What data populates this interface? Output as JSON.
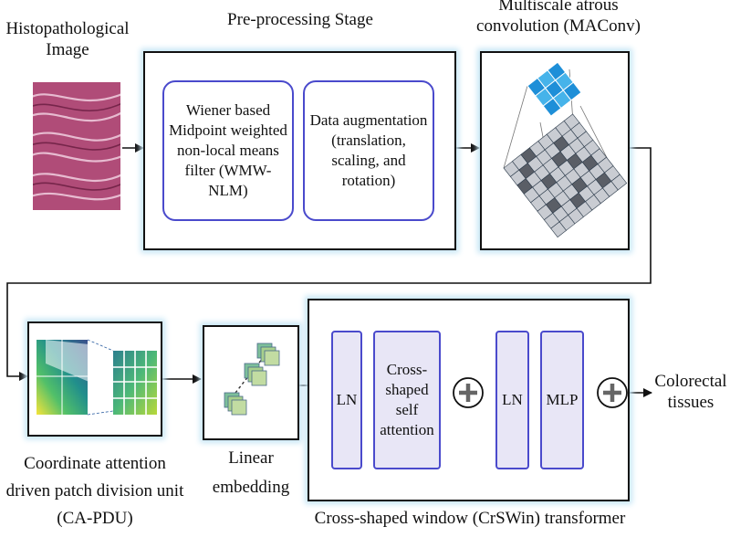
{
  "labels": {
    "histo_image": "Histopathological Image",
    "preprocessing_stage": "Pre-processing Stage",
    "maconv": "Multiscale atrous convolution (MAConv)",
    "ca_pdu_line1": "Coordinate attention",
    "ca_pdu_line2": "driven patch division unit",
    "ca_pdu_line3": "(CA-PDU)",
    "linear_embedding_line1": "Linear",
    "linear_embedding_line2": "embedding",
    "crswin": "Cross-shaped window (CrSWin) transformer",
    "output": "Colorectal tissues"
  },
  "preprocessing": {
    "filter": "Wiener based Midpoint weighted non-local means filter (WMW-NLM)",
    "augmentation": "Data augmentation (translation, scaling, and rotation)"
  },
  "transformer": {
    "ln1": "LN",
    "attention": "Cross-shaped self attention",
    "ln2": "LN",
    "mlp": "MLP"
  },
  "colors": {
    "box_glow": "#c7e6f5",
    "inner_border": "#4a4acc",
    "block_fill": "#e8e6f6",
    "kernel_blue": "#1e8fd8",
    "grid_gray": "#c9ccd2",
    "grid_dark": "#5a5e66"
  }
}
